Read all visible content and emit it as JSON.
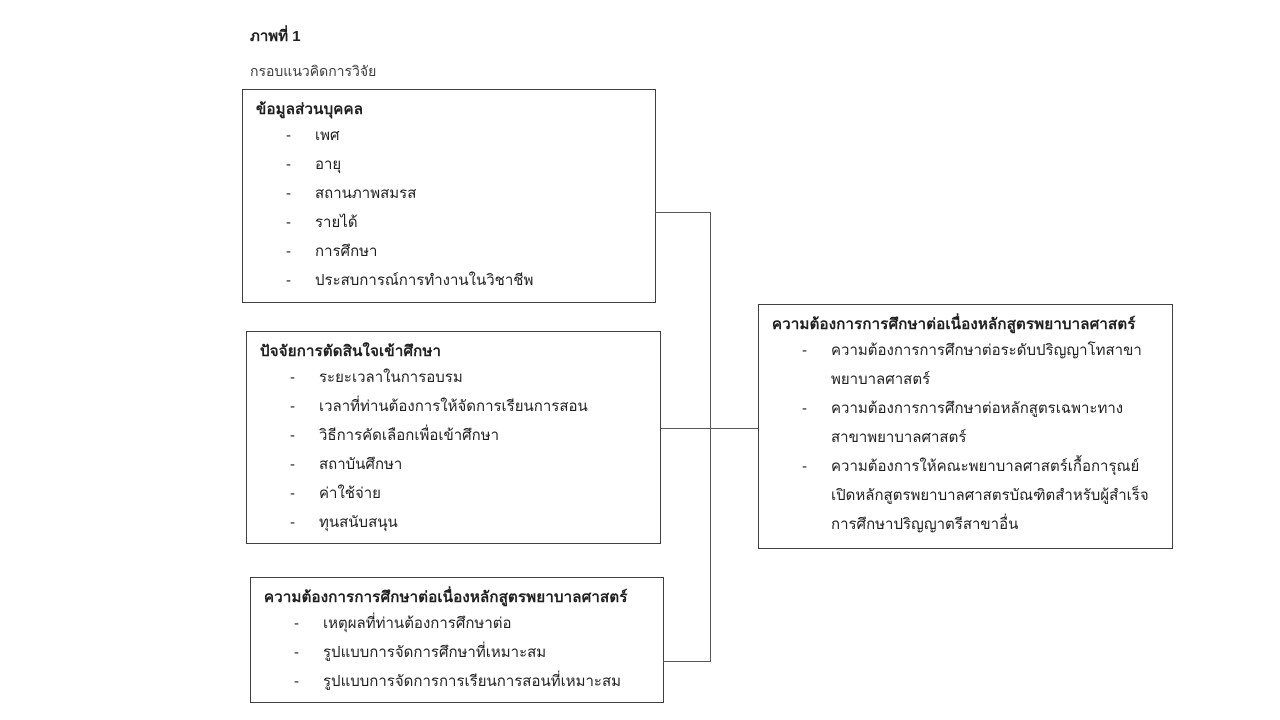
{
  "header": {
    "figure_label": "ภาพที่ 1",
    "figure_caption": "กรอบแนวคิดการวิจัย"
  },
  "bullet": "-",
  "boxes": {
    "personal": {
      "title": "ข้อมูลส่วนบุคคล",
      "items": [
        "เพศ",
        "อายุ",
        "สถานภาพสมรส",
        "รายได้",
        "การศึกษา",
        "ประสบการณ์การทำงานในวิชาชีพ"
      ]
    },
    "decision_factors": {
      "title": "ปัจจัยการตัดสินใจเข้าศึกษา",
      "items": [
        "ระยะเวลาในการอบรม",
        "เวลาที่ท่านต้องการให้จัดการเรียนการสอน",
        "วิธีการคัดเลือกเพื่อเข้าศึกษา",
        "สถาบันศึกษา",
        "ค่าใช้จ่าย",
        "ทุนสนับสนุน"
      ]
    },
    "continuing_need": {
      "title": "ความต้องการการศึกษาต่อเนื่องหลักสูตรพยาบาลศาสตร์",
      "items": [
        "เหตุผลที่ท่านต้องการศึกษาต่อ",
        "รูปแบบการจัดการศึกษาที่เหมาะสม",
        "รูปแบบการจัดการการเรียนการสอนที่เหมาะสม"
      ]
    },
    "outcome": {
      "title": "ความต้องการการศึกษาต่อเนื่องหลักสูตรพยาบาลศาสตร์",
      "items": [
        "ความต้องการการศึกษาต่อระดับปริญญาโทสาขาพยาบาลศาสตร์",
        "ความต้องการการศึกษาต่อหลักสูตรเฉพาะทางสาขาพยาบาลศาสตร์",
        "ความต้องการให้คณะพยาบาลศาสตร์เกื้อการุณย์เปิดหลักสูตรพยาบาลศาสตรบัณฑิตสำหรับผู้สำเร็จการศึกษาปริญญาตรีสาขาอื่น"
      ]
    }
  },
  "colors": {
    "background": "#ffffff",
    "border": "#404040",
    "connector": "#595959",
    "text": "#1f1f1f"
  }
}
